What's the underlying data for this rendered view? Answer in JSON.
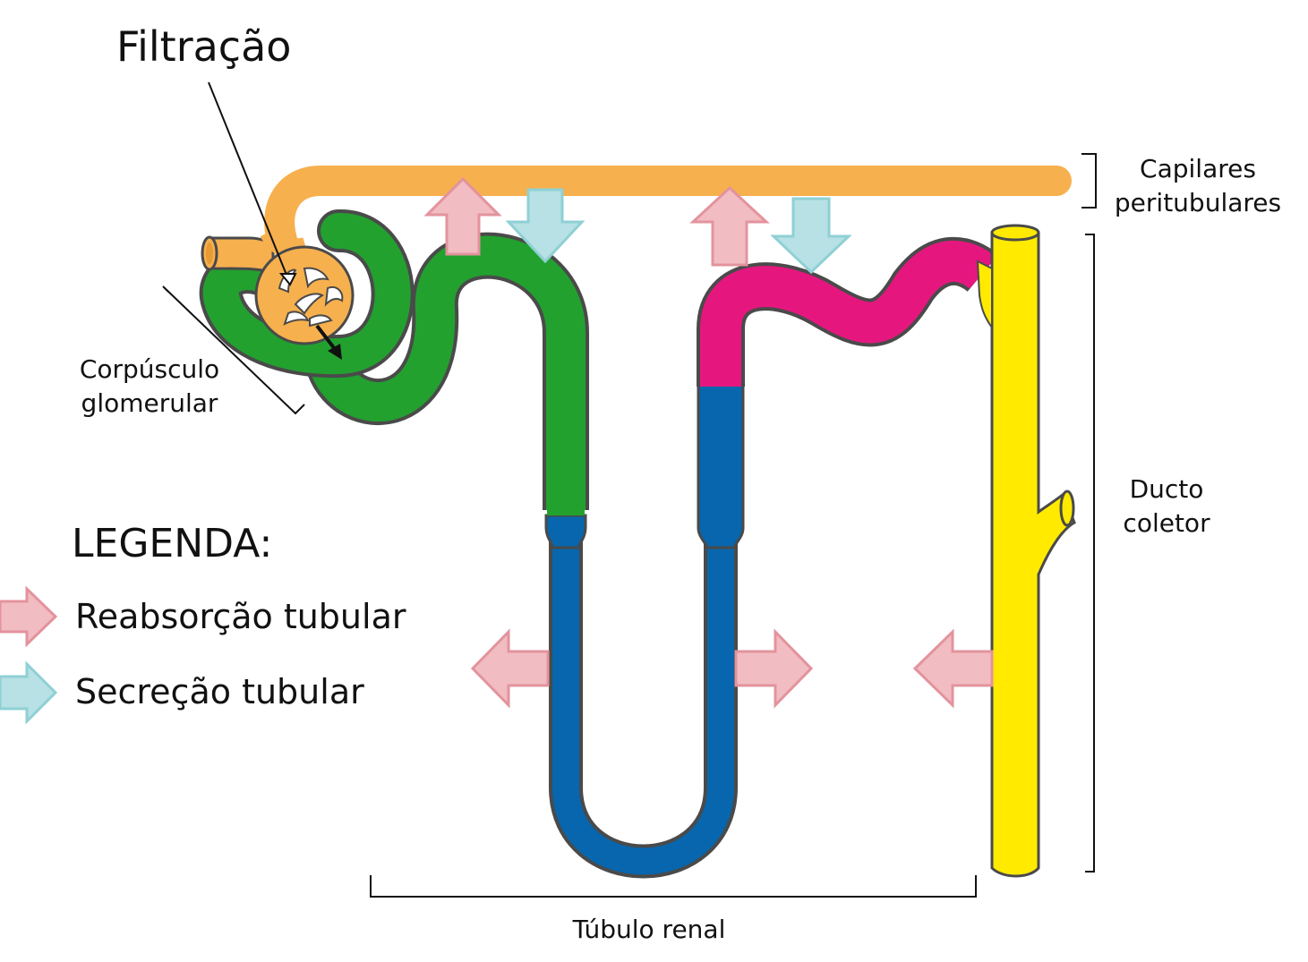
{
  "labels": {
    "filtration": "Filtração",
    "capillaries_line1": "Capilares",
    "capillaries_line2": "peritubulares",
    "corpuscle_line1": "Corpúsculo",
    "corpuscle_line2": "glomerular",
    "collecting_duct_line1": "Ducto",
    "collecting_duct_line2": "coletor",
    "renal_tubule": "Túbulo renal"
  },
  "legend": {
    "title": "LEGENDA:",
    "reabsorption": "Reabsorção tubular",
    "secretion": "Secreção tubular"
  },
  "colors": {
    "capillary": "#f7b04e",
    "proximal_tubule": "#22a12f",
    "loop_of_henle": "#0766ad",
    "distal_tubule": "#e5177f",
    "collecting_duct": "#ffea00",
    "reabsorption_arrow": "#f1bcc2",
    "secretion_arrow": "#b7e1e4",
    "outline": "#4a4a4a"
  }
}
